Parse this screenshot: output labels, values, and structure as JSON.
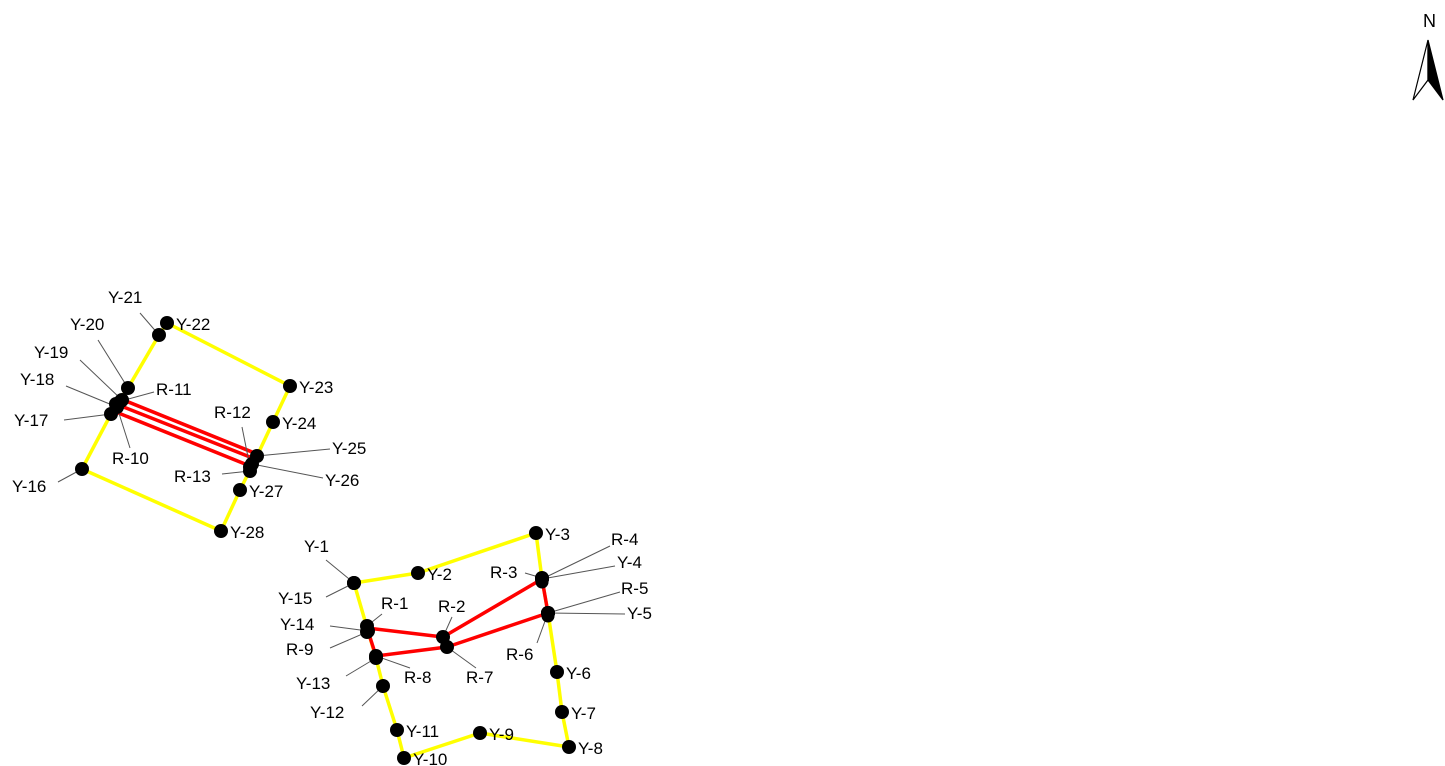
{
  "colors": {
    "background": "#ffffff",
    "yellow_route": "#ffff00",
    "red_route": "#ff0000",
    "point": "#000000",
    "leader": "#555555",
    "text": "#000000"
  },
  "north_arrow": {
    "letter": "N",
    "icon": "north-arrow-icon"
  },
  "points": {
    "Y-1": "Y-1",
    "Y-2": "Y-2",
    "Y-3": "Y-3",
    "Y-4": "Y-4",
    "Y-5": "Y-5",
    "Y-6": "Y-6",
    "Y-7": "Y-7",
    "Y-8": "Y-8",
    "Y-9": "Y-9",
    "Y-10": "Y-10",
    "Y-11": "Y-11",
    "Y-12": "Y-12",
    "Y-13": "Y-13",
    "Y-14": "Y-14",
    "Y-15": "Y-15",
    "Y-16": "Y-16",
    "Y-17": "Y-17",
    "Y-18": "Y-18",
    "Y-19": "Y-19",
    "Y-20": "Y-20",
    "Y-21": "Y-21",
    "Y-22": "Y-22",
    "Y-23": "Y-23",
    "Y-24": "Y-24",
    "Y-25": "Y-25",
    "Y-26": "Y-26",
    "Y-27": "Y-27",
    "Y-28": "Y-28",
    "R-1": "R-1",
    "R-2": "R-2",
    "R-3": "R-3",
    "R-4": "R-4",
    "R-5": "R-5",
    "R-6": "R-6",
    "R-7": "R-7",
    "R-8": "R-8",
    "R-9": "R-9",
    "R-10": "R-10",
    "R-11": "R-11",
    "R-12": "R-12",
    "R-13": "R-13"
  }
}
